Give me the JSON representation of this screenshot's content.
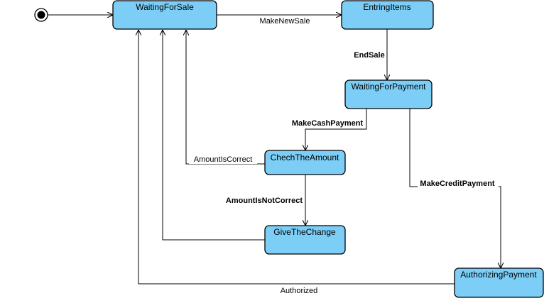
{
  "colors": {
    "state_fill": "#7dcef6",
    "line": "#000000"
  },
  "initial": {
    "icon": "initial-state-icon"
  },
  "states": {
    "waiting_for_sale": "WaitingForSale",
    "entring_items": "EntringItems",
    "waiting_for_payment": "WaitingForPayment",
    "chech_the_amount": "ChechTheAmount",
    "give_the_change": "GiveTheChange",
    "authorizing_payment": "AuthorizingPayment"
  },
  "transitions": {
    "make_new_sale": "MakeNewSale",
    "end_sale": "EndSale",
    "make_cash_payment": "MakeCashPayment",
    "make_credit_payment": "MakeCreditPayment",
    "amount_is_correct": "AmountIsCorrect",
    "amount_is_not_correct": "AmountIsNotCorrect",
    "authorized": "Authorized"
  }
}
